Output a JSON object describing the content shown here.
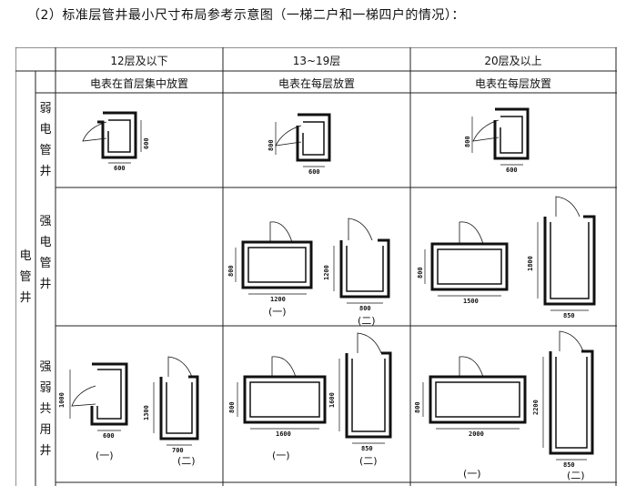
{
  "heading": "（2）标准层管井最小尺寸布局参考示意图（一梯二户和一梯四户的情况）：",
  "columns": [
    {
      "title": "12层及以下",
      "meter": "电表在首层集中放置"
    },
    {
      "title": "13~19层",
      "meter": "电表在每层放置"
    },
    {
      "title": "20层及以上",
      "meter": "电表在每层放置"
    }
  ],
  "group_label": [
    "电",
    "管",
    "井"
  ],
  "rows": [
    {
      "label": [
        "弱",
        "电",
        "管",
        "井"
      ]
    },
    {
      "label": [
        "强",
        "电",
        "管",
        "井"
      ]
    },
    {
      "label": [
        "强",
        "弱",
        "共",
        "用",
        "井"
      ]
    }
  ],
  "dims": {
    "r1c1": {
      "w": "600",
      "h": "600"
    },
    "r1c2": {
      "w": "600",
      "h": "800"
    },
    "r1c3": {
      "w": "600",
      "h": "800"
    },
    "r2c2a": {
      "w": "1200",
      "h": "800"
    },
    "r2c2b": {
      "w": "800",
      "h": "1200"
    },
    "r2c3a": {
      "w": "1500",
      "h": "800"
    },
    "r2c3b": {
      "w": "850",
      "h": "1800"
    },
    "r3c1a": {
      "w": "600",
      "h": "1000"
    },
    "r3c1b": {
      "w": "700",
      "h": "1300"
    },
    "r3c2a": {
      "w": "1600",
      "h": "800"
    },
    "r3c2b": {
      "w": "850",
      "h": "1600"
    },
    "r3c3a": {
      "w": "2000",
      "h": "800"
    },
    "r3c3b": {
      "w": "850",
      "h": "2200"
    }
  },
  "captions": {
    "one": "(一)",
    "two": "(二)"
  }
}
